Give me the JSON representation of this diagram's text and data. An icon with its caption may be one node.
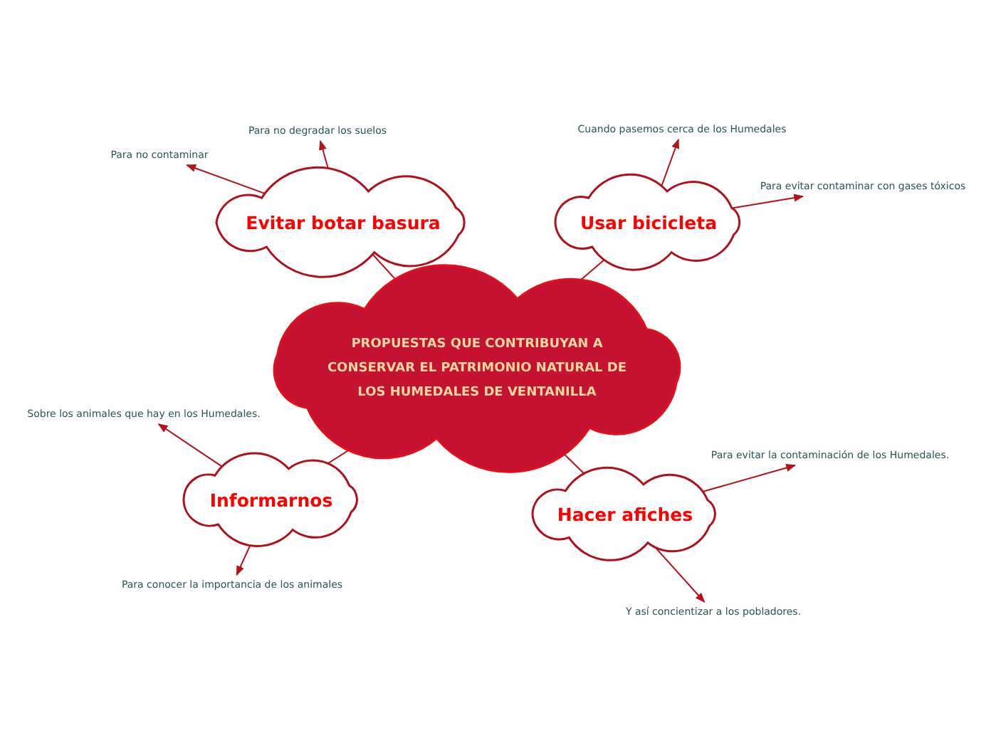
{
  "diagram": {
    "nodes": [
      {
        "text": [
          "PROPUESTAS QUE CONTRIBUYAN A CONSERVAR EL PATRIMONIO NATURAL DE LOS HUMEDALES DE VENTANILLA"
        ]
      },
      {
        "text": [
          "Evitar botar basura"
        ]
      },
      {
        "text": [
          "Usar bicicleta"
        ]
      },
      {
        "text": [
          "Informarnos"
        ]
      },
      {
        "text": [
          "Hacer afiches"
        ]
      },
      {
        "text": [
          "Para no contaminar"
        ]
      },
      {
        "text": [
          "Para no degradar los suelos"
        ]
      },
      {
        "text": [
          "Cuando pasemos cerca de los Humedales"
        ]
      },
      {
        "text": [
          "Para evitar contaminar con gases tóxicos"
        ]
      },
      {
        "text": [
          "Sobre los animales que hay en los Humedales."
        ]
      },
      {
        "text": [
          "Para conocer la importancia de los animales"
        ]
      },
      {
        "text": [
          "Para evitar la contaminación de los Humedales."
        ]
      },
      {
        "text": [
          "Y así concientizar a los pobladores."
        ]
      }
    ],
    "edges": [
      {
        "from": 0,
        "to": 1,
        "arrow": "none"
      },
      {
        "from": 0,
        "to": 2,
        "arrow": "none"
      },
      {
        "from": 0,
        "to": 3,
        "arrow": "none"
      },
      {
        "from": 0,
        "to": 4,
        "arrow": "none"
      },
      {
        "from": 1,
        "to": 5,
        "arrow": "to"
      },
      {
        "from": 1,
        "to": 6,
        "arrow": "to"
      },
      {
        "from": 2,
        "to": 7,
        "arrow": "to"
      },
      {
        "from": 2,
        "to": 8,
        "arrow": "to"
      },
      {
        "from": 3,
        "to": 9,
        "arrow": "to"
      },
      {
        "from": 3,
        "to": 10,
        "arrow": "to"
      },
      {
        "from": 4,
        "to": 11,
        "arrow": "to"
      },
      {
        "from": 4,
        "to": 12,
        "arrow": "to"
      }
    ]
  }
}
